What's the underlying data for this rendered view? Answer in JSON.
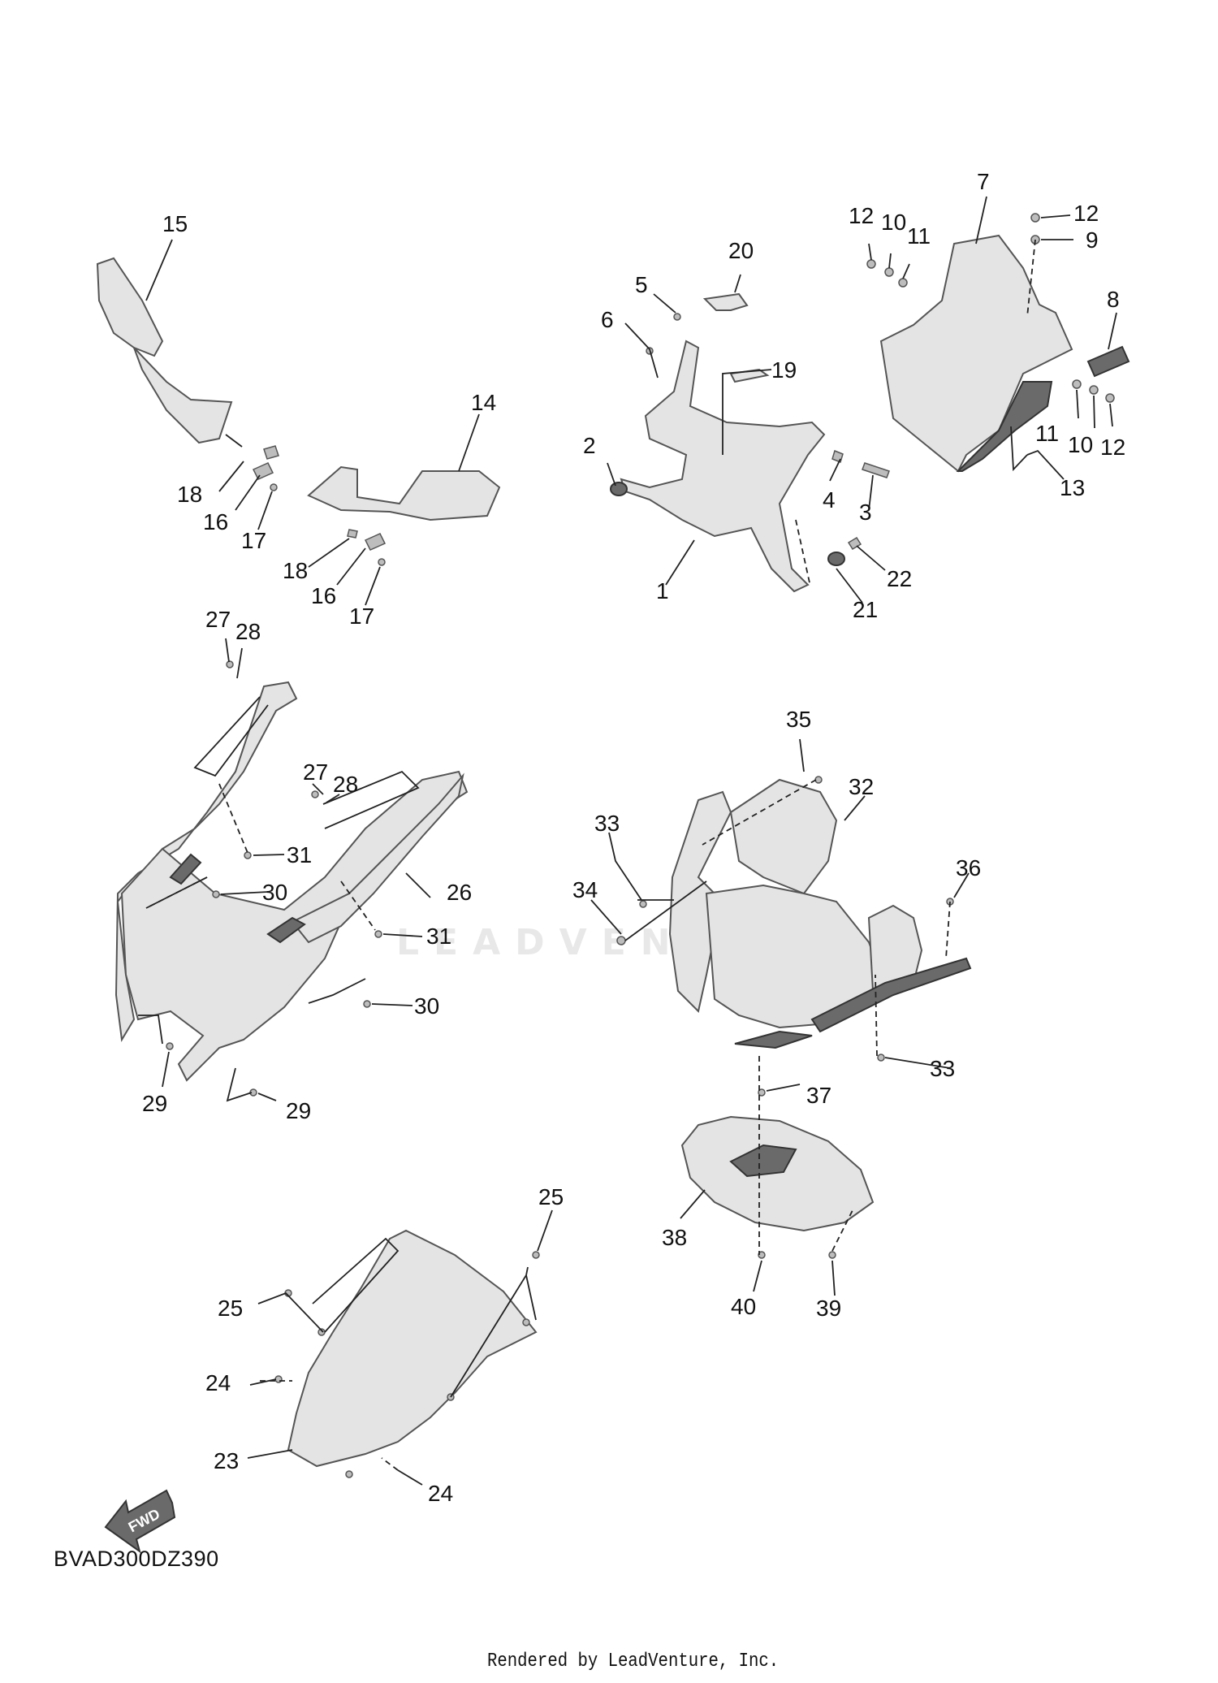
{
  "callouts": [
    "1",
    "2",
    "3",
    "4",
    "5",
    "6",
    "7",
    "8",
    "9",
    "10",
    "11",
    "12",
    "13",
    "14",
    "15",
    "16",
    "17",
    "18",
    "19",
    "20",
    "21",
    "22",
    "23",
    "24",
    "25",
    "26",
    "27",
    "28",
    "29",
    "30",
    "31",
    "32",
    "33",
    "34",
    "35",
    "36",
    "37",
    "38",
    "39",
    "40"
  ],
  "labels": {
    "n15": "15",
    "n14": "14",
    "n18a": "18",
    "n16a": "16",
    "n17a": "17",
    "n18b": "18",
    "n16b": "16",
    "n17b": "17",
    "n20": "20",
    "n5": "5",
    "n6": "6",
    "n19": "19",
    "n2": "2",
    "n4": "4",
    "n3": "3",
    "n1": "1",
    "n21": "21",
    "n22": "22",
    "n7": "7",
    "n12a": "12",
    "n10a": "10",
    "n11a": "11",
    "n12b": "12",
    "n9": "9",
    "n8": "8",
    "n11b": "11",
    "n10b": "10",
    "n12c": "12",
    "n13": "13",
    "n27a": "27",
    "n28a": "28",
    "n27b": "27",
    "n28b": "28",
    "n31a": "31",
    "n30a": "30",
    "n26": "26",
    "n31b": "31",
    "n30b": "30",
    "n29a": "29",
    "n29b": "29",
    "n35": "35",
    "n32": "32",
    "n33a": "33",
    "n34": "34",
    "n36": "36",
    "n33b": "33",
    "n37": "37",
    "n38": "38",
    "n40": "40",
    "n39": "39",
    "n25a": "25",
    "n25b": "25",
    "n24a": "24",
    "n23": "23",
    "n24b": "24"
  },
  "fwd_label": "FWD",
  "diagram_code": "BVAD300DZ390",
  "credit": "Rendered by LeadVenture, Inc.",
  "watermark": "LEADVENTURE"
}
